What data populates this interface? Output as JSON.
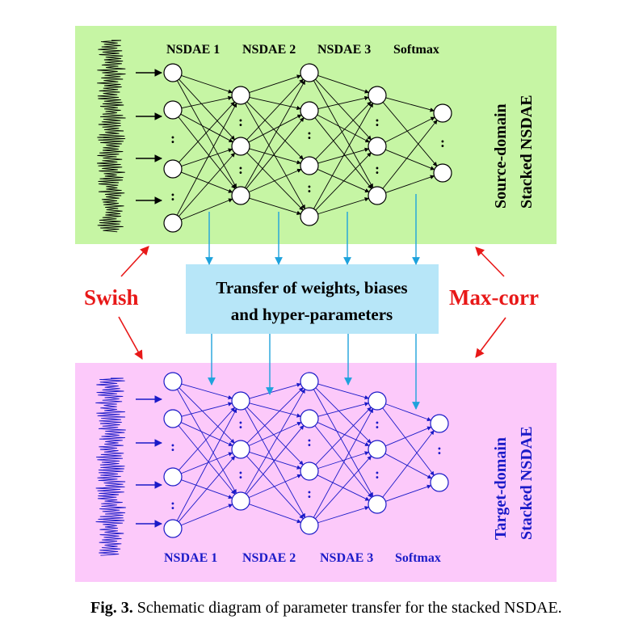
{
  "diagram": {
    "source": {
      "layer_labels": [
        "NSDAE 1",
        "NSDAE 2",
        "NSDAE 3",
        "Softmax"
      ],
      "side_label_line1": "Source-domain",
      "side_label_line2": "Stacked NSDAE",
      "panel_color": "#c6f5a4",
      "line_color": "#000000",
      "label_color": "#000000"
    },
    "target": {
      "layer_labels": [
        "NSDAE 1",
        "NSDAE 2",
        "NSDAE 3",
        "Softmax"
      ],
      "side_label_line1": "Target-domain",
      "side_label_line2": "Stacked NSDAE",
      "panel_color": "#fcc9fa",
      "line_color": "#1a1ac8",
      "label_color": "#1a1ac8"
    },
    "transfer_box": {
      "line1": "Transfer of weights, biases",
      "line2": "and hyper-parameters",
      "color": "#b7e6f8"
    },
    "left_label": "Swish",
    "right_label": "Max-corr",
    "accent_red": "#e81818",
    "arrow_blue": "#1ea2dc",
    "dots": ":"
  },
  "caption": {
    "prefix": "Fig. 3.",
    "text": " Schematic diagram of parameter transfer for the stacked NSDAE."
  }
}
